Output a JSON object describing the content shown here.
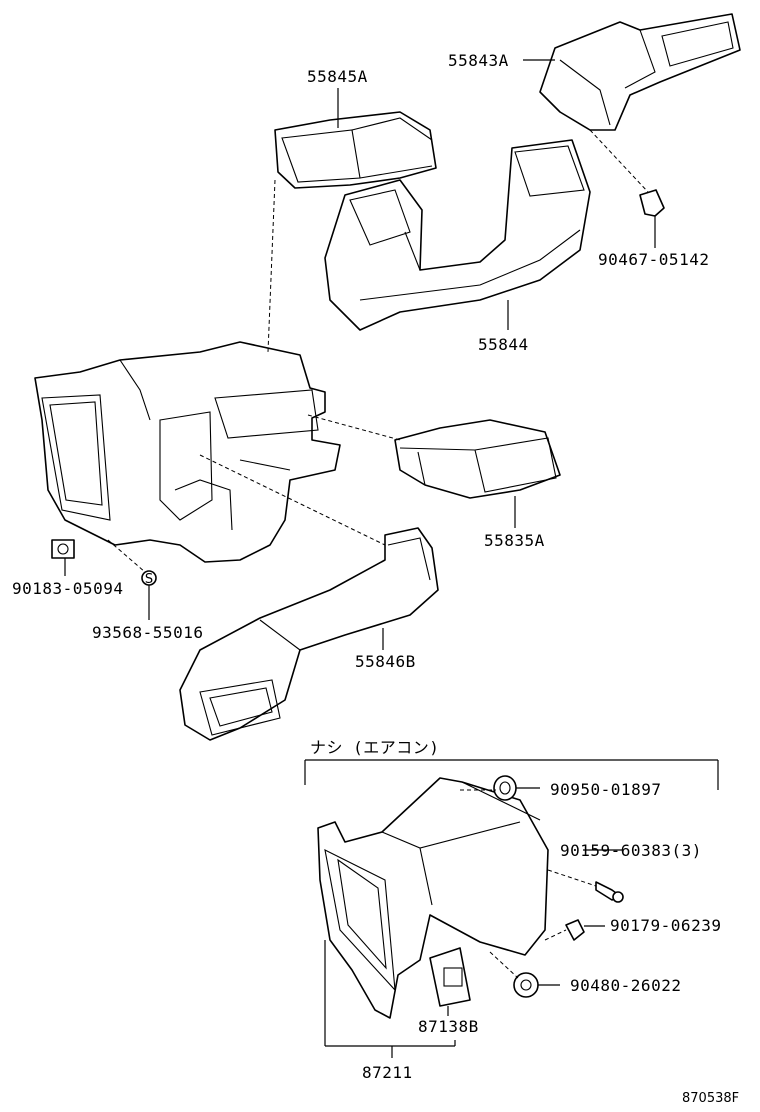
{
  "diagram": {
    "parts": {
      "p55843A": "55843A",
      "p55845A": "55845A",
      "p90467": "90467-05142",
      "p55844": "55844",
      "p55835A": "55835A",
      "p90183": "90183-05094",
      "p93568": "93568-55016",
      "p55846B": "55846B",
      "p90950": "90950-01897",
      "p90159": "90159-60383(3)",
      "p90179": "90179-06239",
      "p90480": "90480-26022",
      "p87138B": "87138B",
      "p87211": "87211"
    },
    "note_without_ac": "ナシ (エアコン)",
    "washer_symbol": "S",
    "figure_code": "870538F"
  }
}
